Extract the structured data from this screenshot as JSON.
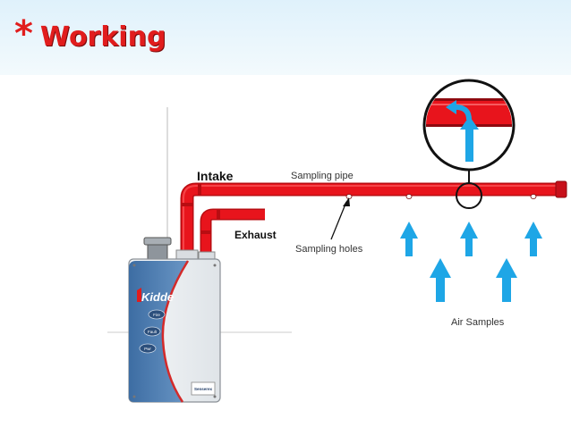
{
  "header": {
    "bullet": "*",
    "title": "Working"
  },
  "labels": {
    "intake": "Intake",
    "exhaust": "Exhaust",
    "sampling_pipe": "Sampling pipe",
    "sampling_holes": "Sampling holes",
    "air_samples": "Air Samples"
  },
  "device": {
    "brand": "Kidde",
    "button_labels": [
      "Fire",
      "Fault",
      "Pwr"
    ],
    "product_badge": "Senserex"
  },
  "colors": {
    "title_red": "#e11d1d",
    "pipe_red": "#e8141c",
    "arrow_blue": "#1ea6e6",
    "header_bg": "#e6f4fb",
    "device_panel": "#4f7fb4"
  },
  "icons": [
    "asterisk-icon",
    "up-arrow-icon",
    "curved-flow-arrow-icon"
  ]
}
